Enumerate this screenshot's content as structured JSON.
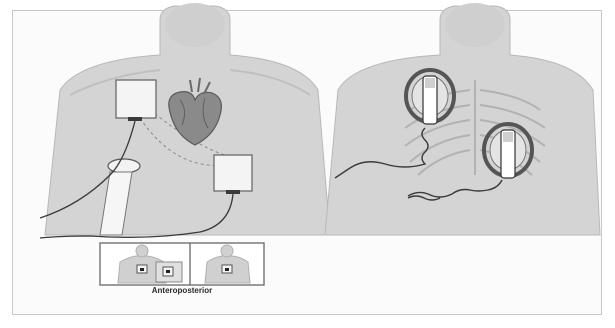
{
  "figure": {
    "inset_caption": "Anteroposterior",
    "colors": {
      "skin": "#d4d4d4",
      "skin_dark": "#bdbdbd",
      "outline": "#9a9a9a",
      "pad_fill": "#f4f4f4",
      "wire": "#3a3a3a",
      "heart": "#8a8a8a"
    },
    "panels": [
      {
        "id": "pad-placement",
        "elements": [
          "torso",
          "sternal-pad",
          "apical-pad",
          "heart",
          "paddle-handle",
          "cables"
        ]
      },
      {
        "id": "paddle-placement",
        "elements": [
          "torso",
          "rib-cage",
          "upper-paddle",
          "lower-paddle",
          "coiled-cords"
        ]
      }
    ]
  }
}
